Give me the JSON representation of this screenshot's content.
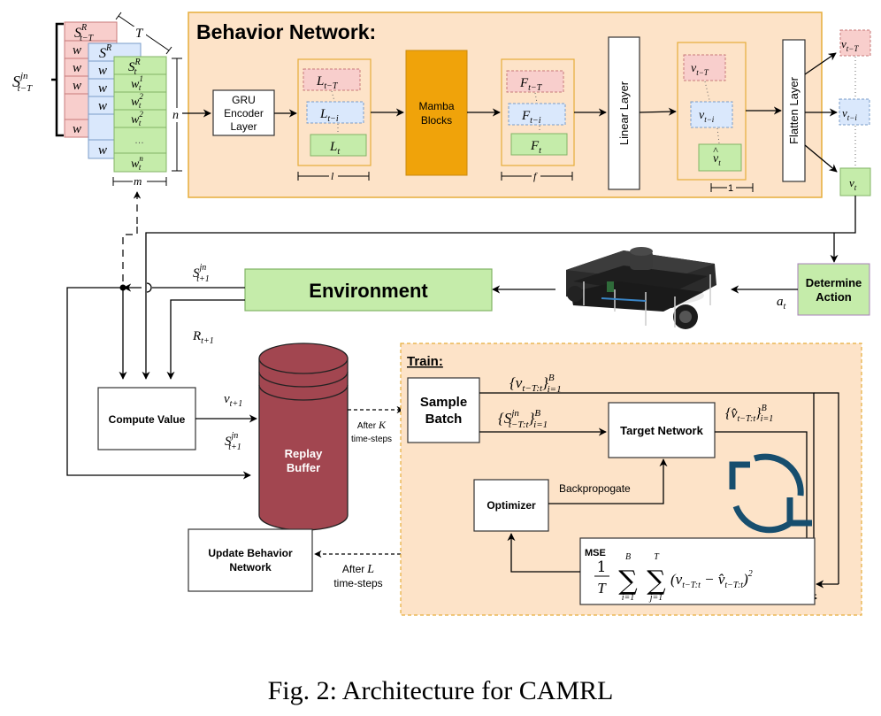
{
  "colors": {
    "panel_fill": "#fde3c8",
    "panel_border": "#e6ad3a",
    "mamba_fill": "#f0a30a",
    "mamba_border": "#c98a0e",
    "red_fill": "#f8cecc",
    "red_border": "#c77a7a",
    "blue_fill": "#dae8fc",
    "blue_border": "#7a9cc9",
    "green_fill": "#c5ecaa",
    "green_border": "#82b366",
    "replay_fill": "#a24650",
    "cycle_icon": "#174e6e",
    "action_border": "#a780b8"
  },
  "input_stack": {
    "label_main": "S",
    "label_main_sup": "jn",
    "label_main_sub": "t−T",
    "T_label": "T",
    "n_label": "n",
    "m_label": "m",
    "red_layer": {
      "header": "S",
      "header_sup": "R",
      "header_sub": "t−T",
      "rows": [
        "w",
        "w",
        "w",
        "",
        "w"
      ]
    },
    "blue_layer": {
      "header": "S",
      "header_sup": "R",
      "header_sub": "t−i",
      "rows": [
        "w",
        "w",
        "w",
        "…",
        "w"
      ]
    },
    "green_layer": {
      "header": "S",
      "header_sup": "R",
      "header_sub": "t",
      "rows": [
        {
          "base": "w",
          "sub": "t",
          "sup": "1"
        },
        {
          "base": "w",
          "sub": "t",
          "sup": "2"
        },
        {
          "base": "w",
          "sub": "t",
          "sup": "2"
        },
        {
          "base": "…",
          "sub": "",
          "sup": ""
        },
        {
          "base": "w",
          "sub": "t",
          "sup": "n"
        }
      ]
    }
  },
  "behavior_network": {
    "title": "Behavior Network:",
    "gru": [
      "GRU",
      "Encoder",
      "Layer"
    ],
    "latent": {
      "top": "L",
      "top_sub": "t−T",
      "mid": "L",
      "mid_sub": "t−i",
      "bot": "L",
      "bot_sub": "t",
      "dim": "l"
    },
    "mamba": [
      "Mamba",
      "Blocks"
    ],
    "features": {
      "top": "F",
      "top_sub": "t−T",
      "mid": "F",
      "mid_sub": "t−i",
      "bot": "F",
      "bot_sub": "t",
      "dim": "f"
    },
    "linear": "Linear Layer",
    "values": {
      "top": "v",
      "top_sub": "t−T",
      "mid": "v",
      "mid_sub": "t−i",
      "bot": "v",
      "bot_sub": "t",
      "dim": "1"
    },
    "flatten": "Flatten Layer"
  },
  "outputs": {
    "top_sub": "t−T",
    "mid_sub": "t−i",
    "bot_sub": "t",
    "base": "v"
  },
  "environment": "Environment",
  "determine_action": [
    "Determine",
    "Action"
  ],
  "labels": {
    "a_t": "a",
    "a_t_sub": "t",
    "S_next": "S",
    "S_next_sup": "jn",
    "S_next_sub": "t+1",
    "R_next": "R",
    "R_next_sub": "t+1",
    "v_next": "v",
    "v_next_sub": "t+1",
    "after_K": "After",
    "K": "K",
    "time_steps": "time-steps",
    "after_L": "After",
    "L": "L"
  },
  "compute_value": "Compute Value",
  "replay_buffer": [
    "Replay",
    "Buffer"
  ],
  "update_behavior": [
    "Update Behavior",
    "Network"
  ],
  "train": {
    "title": "Train:",
    "sample_batch": [
      "Sample",
      "Batch"
    ],
    "target_network": "Target Network",
    "optimizer": "Optimizer",
    "backprop": "Backpropogate",
    "mse_label": "MSE",
    "set_v": "{v",
    "set_v_sub": "t−T:t",
    "set_close": "}",
    "set_sup": "B",
    "set_lower": "i=1",
    "set_S": "{S",
    "set_S_sup": "jn",
    "set_vhat": "{v̂",
    "formula_frac_num": "1",
    "formula_frac_den": "T",
    "sum1_top": "B",
    "sum1_bot": "i=1",
    "sum2_top": "T",
    "sum2_bot": "j=1",
    "formula_body": "(v",
    "formula_mid": " − v̂",
    "formula_end": ")",
    "formula_sq": "2"
  },
  "caption": "Fig. 2: Architecture for CAMRL"
}
